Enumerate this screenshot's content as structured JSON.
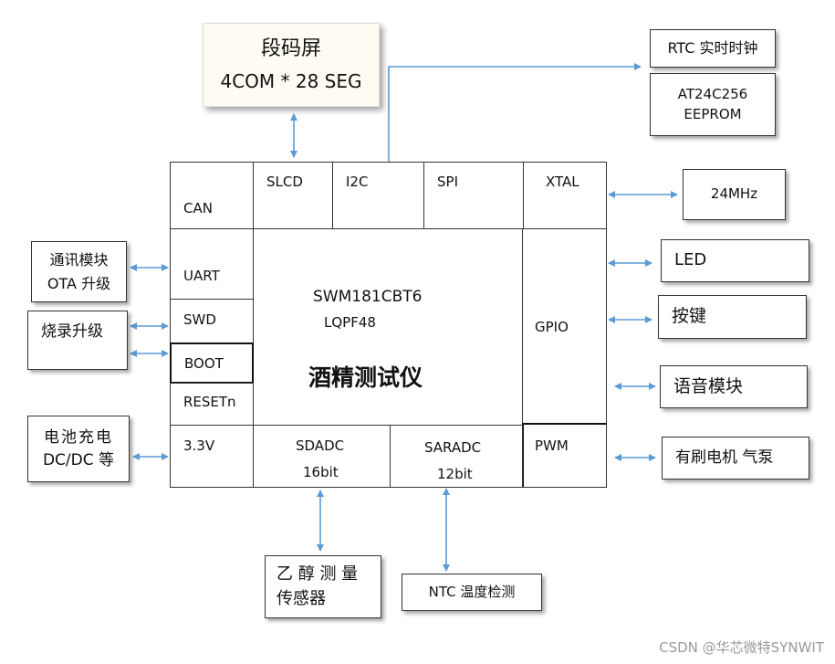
{
  "lcd_box": {
    "line1": "段码屏",
    "line2": "4COM * 28 SEG"
  },
  "rtc_box": {
    "label": "RTC 实时时钟"
  },
  "eeprom_box": {
    "line1": "AT24C256",
    "line2": "EEPROM"
  },
  "xtal_box": {
    "label": "24MHz"
  },
  "led_box": {
    "label": "LED"
  },
  "key_box": {
    "label": "按键"
  },
  "voice_box": {
    "label": "语音模块"
  },
  "pump_box": {
    "label": "有刷电机  气泵"
  },
  "comm_box": {
    "line1": "通讯模块",
    "line2": "OTA 升级"
  },
  "burn_box": {
    "label": "烧录升级"
  },
  "power_box": {
    "line1": "电池充电",
    "line2": "DC/DC 等"
  },
  "sensor_box": {
    "line1": "乙 醇 测 量",
    "line2": "传感器"
  },
  "ntc_box": {
    "label": "NTC 温度检测"
  },
  "mcu": {
    "part": "SWM181CBT6",
    "package": "LQPF48",
    "product": "酒精测试仪",
    "pins": {
      "can": "CAN",
      "slcd": "SLCD",
      "i2c": "I2C",
      "spi": "SPI",
      "xtal": "XTAL",
      "uart": "UART",
      "swd": "SWD",
      "boot": "BOOT",
      "resetn": "RESETn",
      "v33": "3.3V",
      "gpio": "GPIO",
      "pwm": "PWM",
      "sdadc": "SDADC",
      "sdadc_bits": "16bit",
      "saradc": "SARADC",
      "saradc_bits": "12bit"
    }
  },
  "watermark": "CSDN @华芯微特SYNWIT",
  "colors": {
    "arrow": "#5b9bd5",
    "border": "#333333",
    "lcd_bg": "#fefcf2"
  }
}
